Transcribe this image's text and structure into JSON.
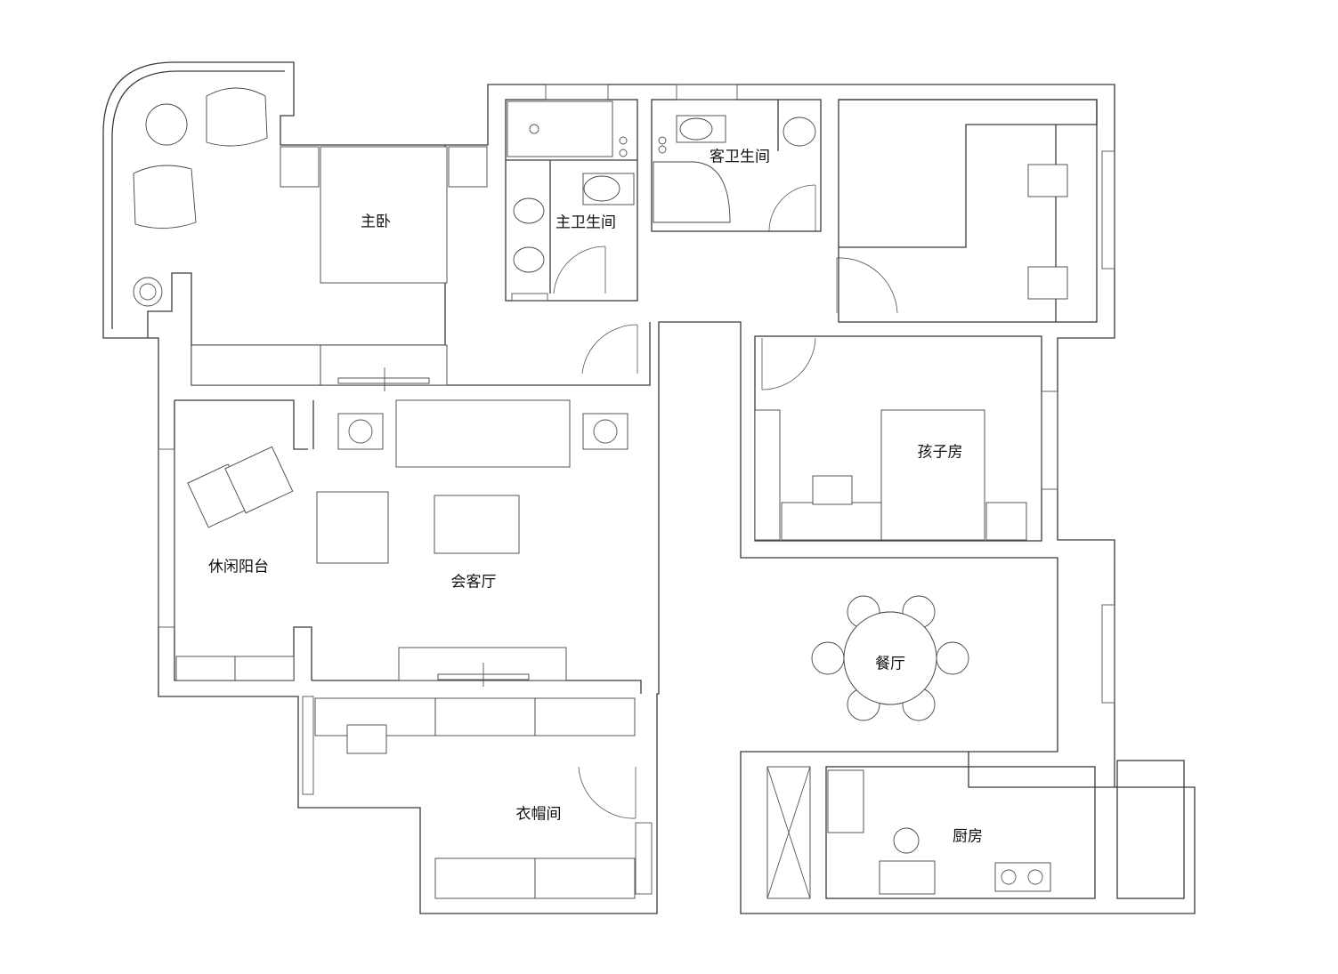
{
  "floor_plan": {
    "rooms": [
      {
        "id": "master-bedroom",
        "label": "主卧"
      },
      {
        "id": "master-bathroom",
        "label": "主卫生间"
      },
      {
        "id": "guest-bathroom",
        "label": "客卫生间"
      },
      {
        "id": "kids-room",
        "label": "孩子房"
      },
      {
        "id": "leisure-balcony",
        "label": "休闲阳台"
      },
      {
        "id": "living-room",
        "label": "会客厅"
      },
      {
        "id": "dining-room",
        "label": "餐厅"
      },
      {
        "id": "cloakroom",
        "label": "衣帽间"
      },
      {
        "id": "kitchen",
        "label": "厨房"
      }
    ],
    "colors": {
      "line": "#3a3a3a",
      "background": "#ffffff"
    }
  }
}
